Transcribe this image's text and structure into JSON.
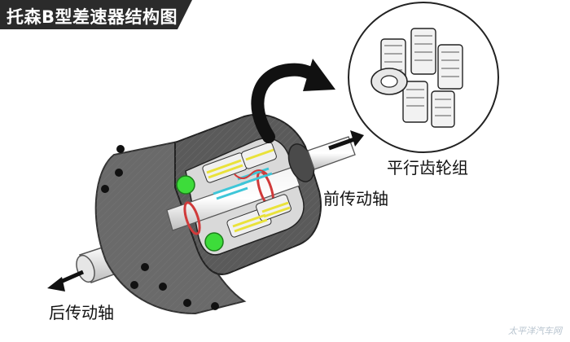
{
  "title": "托森B型差速器结构图",
  "labels": {
    "front_shaft": "前传动轴",
    "rear_shaft": "后传动轴",
    "gear_set": "平行齿轮组"
  },
  "watermark": "太平洋汽车网",
  "colors": {
    "title_bg": "#2b2b2b",
    "housing": "#5a5a5a",
    "housing_dark": "#3c3c3c",
    "gear_green": "#3ddc3a",
    "gear_cyan": "#3ec6d8",
    "gear_yellow": "#e9e23a",
    "band_red": "#d03a3a"
  }
}
